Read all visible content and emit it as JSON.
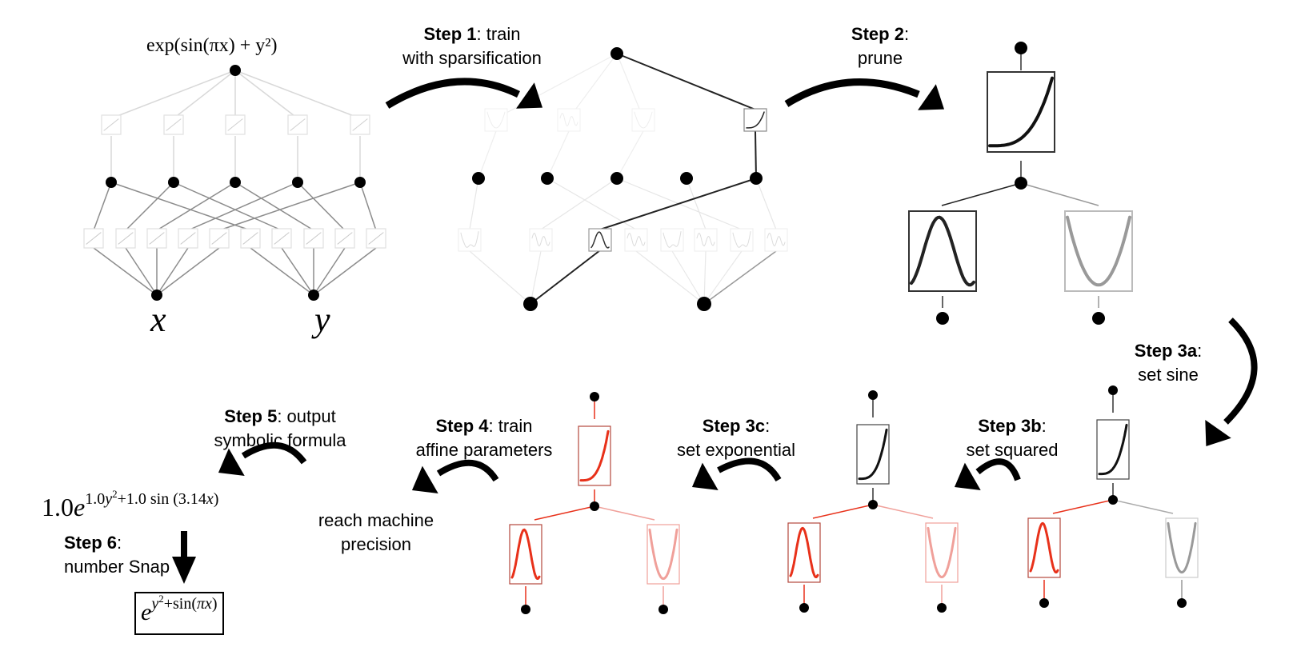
{
  "title_formula": "exp(sin(πx) + y²)",
  "inputs": {
    "x": "x",
    "y": "y"
  },
  "steps": [
    {
      "id": "step1",
      "bold": "Step 1",
      "rest": ": train",
      "line2": "with sparsification"
    },
    {
      "id": "step2",
      "bold": "Step 2",
      "rest": ":",
      "line2": "prune"
    },
    {
      "id": "step3a",
      "bold": "Step 3a",
      "rest": ":",
      "line2": "set sine"
    },
    {
      "id": "step3b",
      "bold": "Step 3b",
      "rest": ":",
      "line2": "set squared"
    },
    {
      "id": "step3c",
      "bold": "Step 3c",
      "rest": ":",
      "line2": "set exponential"
    },
    {
      "id": "step4",
      "bold": "Step 4",
      "rest": ": train",
      "line2": "affine parameters"
    },
    {
      "id": "step5",
      "bold": "Step 5",
      "rest": ": output",
      "line2": "symbolic formula"
    },
    {
      "id": "step6",
      "bold": "Step 6",
      "rest": ":",
      "line2": "number Snap"
    }
  ],
  "step4_note": {
    "line1": "reach machine",
    "line2": "precision"
  },
  "formula_output": {
    "coef": "1.0",
    "base": "e",
    "exp_a": "1.0",
    "exp_var1": "y",
    "exp_pow": "2",
    "exp_mid": "+1.0 sin (3.14",
    "exp_var2": "x",
    "exp_end": ")"
  },
  "formula_final": {
    "base": "e",
    "var1": "y",
    "pow": "2",
    "mid": "+sin(",
    "pi": "π",
    "var2": "x",
    "end": ")"
  },
  "colors": {
    "ink": "#000000",
    "symbolic_red": "#e8311a",
    "red_box": "#b5483c",
    "light_red": "#f0a09a",
    "grey": "#999999",
    "faint": "#dddddd"
  },
  "activation_types": {
    "sine": "sin",
    "square": "x^2",
    "exp": "exp"
  }
}
